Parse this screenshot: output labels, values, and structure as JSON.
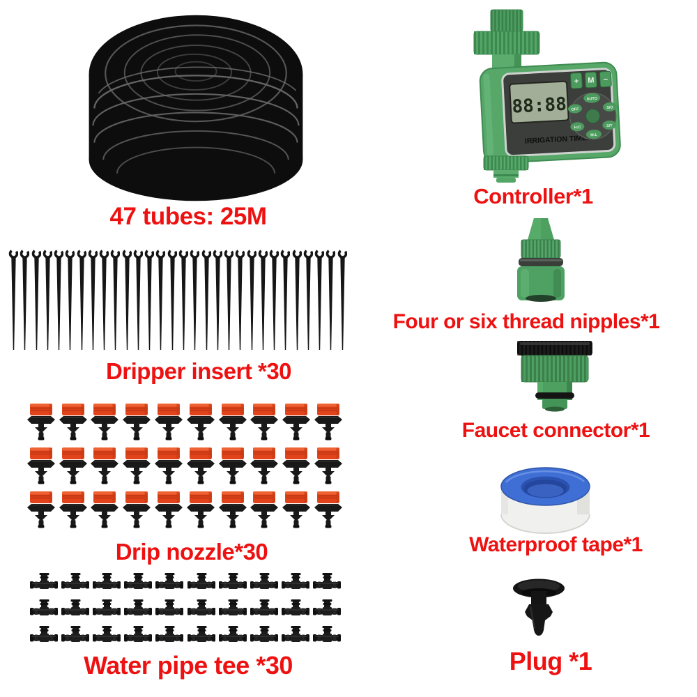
{
  "page": {
    "background": "#ffffff",
    "label_color": "#ee1111",
    "description": "Drip irrigation kit parts collage"
  },
  "sections": {
    "tubing": {
      "label": "47 tubes: 25M"
    },
    "controller": {
      "label": "Controller*1",
      "device_title": "IRRIGATION TIMER",
      "lcd_value": "88:88",
      "top_buttons": [
        "+",
        "M",
        "−"
      ],
      "dial_buttons": [
        "AUTO",
        "OFF",
        "S/O",
        "H:C",
        "S/T",
        "M:L"
      ]
    },
    "dripper_insert": {
      "label": "Dripper insert *30",
      "count": 30
    },
    "thread_nipples": {
      "label": "Four or six thread nipples*1"
    },
    "drip_nozzle": {
      "label": "Drip nozzle*30",
      "count": 30,
      "rows": 3,
      "cols": 10
    },
    "faucet_connector": {
      "label": "Faucet connector*1"
    },
    "waterproof_tape": {
      "label": "Waterproof tape*1"
    },
    "water_pipe_tee": {
      "label": "Water pipe tee *30",
      "count": 30,
      "rows": 3,
      "cols": 10
    },
    "plug": {
      "label": "Plug *1"
    }
  },
  "colors": {
    "red_text": "#ee1111",
    "device_green": "#56a768",
    "nozzle_red": "#e2431b",
    "tape_blue": "#3f6fd4",
    "plastic_black": "#161616"
  }
}
